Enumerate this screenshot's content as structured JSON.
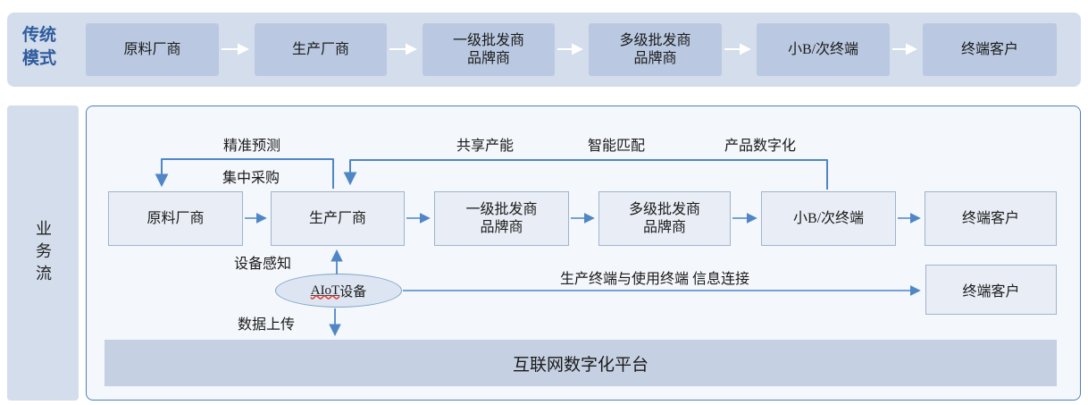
{
  "colors": {
    "banner_bg": "#d3ddeb",
    "top_box_bg": "#bac9e1",
    "traditional_label_blue": "#2f5b9d",
    "container_border_blue": "#4f81bd",
    "container_bg": "#f4f7fb",
    "mid_box_bg": "#e9eef6",
    "mid_box_border": "#9fb3cf",
    "platform_bg": "#c5d0e2",
    "connector_blue": "#4f86c6",
    "spellcheck_red": "#e03a2f"
  },
  "traditional": {
    "label": "传统\n模式",
    "boxes": [
      "原料厂商",
      "生产厂商",
      "一级批发商\n品牌商",
      "多级批发商\n品牌商",
      "小B/次终端",
      "终端客户"
    ]
  },
  "business": {
    "label": "业务流",
    "boxes": [
      "原料厂商",
      "生产厂商",
      "一级批发商\n品牌商",
      "多级批发商\n品牌商",
      "小B/次终端",
      "终端客户"
    ],
    "annotations": {
      "accurate_forecast": "精准预测",
      "central_procurement": "集中采购",
      "shared_capacity": "共享产能",
      "smart_matching": "智能匹配",
      "product_digitization": "产品数字化",
      "device_sensing": "设备感知",
      "data_upload": "数据上传",
      "terminal_info_link": "生产终端与使用终端  信息连接"
    },
    "aiot_device": {
      "latin": "AIoT",
      "suffix": "设备"
    },
    "extra_customer": "终端客户",
    "platform": "互联网数字化平台"
  }
}
